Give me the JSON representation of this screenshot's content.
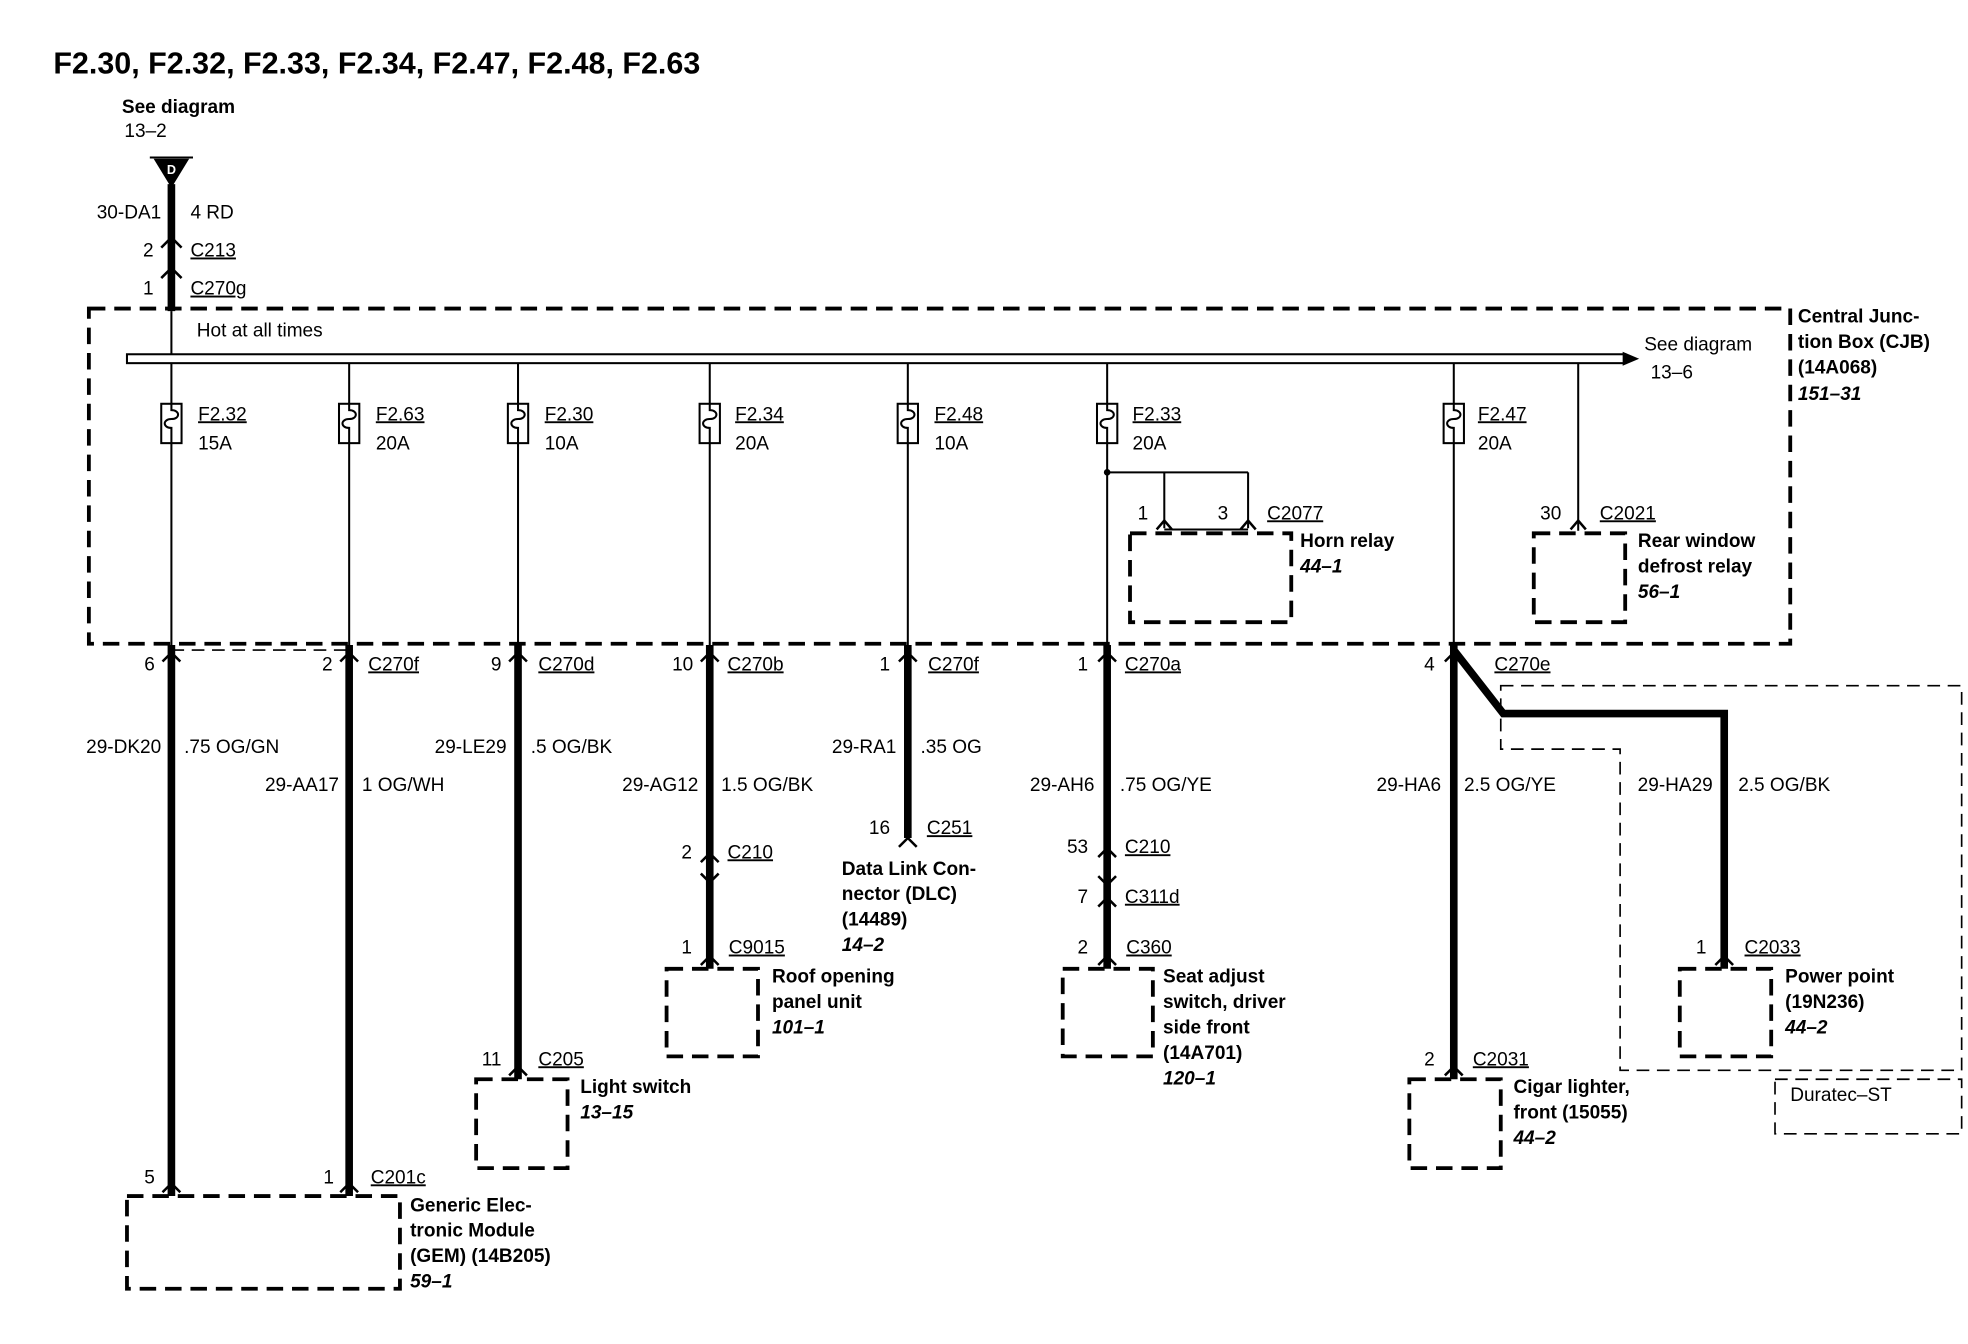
{
  "title": "F2.30, F2.32, F2.33, F2.34, F2.47, F2.48, F2.63",
  "source": {
    "see_diagram": "See diagram",
    "ref": "13–2",
    "connector_letter": "D",
    "circuit": "30-DA1",
    "wire": "4 RD",
    "pins": [
      {
        "pin": "2",
        "connector": "C213"
      },
      {
        "pin": "1",
        "connector": "C270g"
      }
    ]
  },
  "cjb": {
    "hot_label": "Hot at all times",
    "bus_see_diagram": "See diagram",
    "bus_ref": "13–6",
    "name_lines": [
      "Central Junc-",
      "tion Box (CJB)",
      "(14A068)"
    ],
    "page_ref": "151–31"
  },
  "fuses": [
    {
      "name": "F2.32",
      "rating": "15A"
    },
    {
      "name": "F2.63",
      "rating": "20A"
    },
    {
      "name": "F2.30",
      "rating": "10A"
    },
    {
      "name": "F2.34",
      "rating": "20A"
    },
    {
      "name": "F2.48",
      "rating": "10A"
    },
    {
      "name": "F2.33",
      "rating": "20A"
    },
    {
      "name": "F2.47",
      "rating": "20A"
    }
  ],
  "horn_relay": {
    "pins": [
      "1",
      "3"
    ],
    "connector": "C2077",
    "name": "Horn relay",
    "page_ref": "44–1"
  },
  "defrost_relay": {
    "pin": "30",
    "connector": "C2021",
    "name_lines": [
      "Rear window",
      "defrost relay"
    ],
    "page_ref": "56–1"
  },
  "circuits": [
    {
      "pin": "6",
      "circuit": "29-DK20",
      "wire": ".75 OG/GN"
    },
    {
      "pin": "2",
      "connector": "C270f",
      "circuit": "29-AA17",
      "wire": "1 OG/WH"
    },
    {
      "pin": "9",
      "connector": "C270d",
      "circuit": "29-LE29",
      "wire": ".5 OG/BK"
    },
    {
      "pin": "10",
      "connector": "C270b",
      "circuit": "29-AG12",
      "wire": "1.5 OG/BK"
    },
    {
      "pin": "1",
      "connector": "C270f",
      "circuit": "29-RA1",
      "wire": ".35 OG"
    },
    {
      "pin": "1",
      "connector": "C270a",
      "circuit": "29-AH6",
      "wire": ".75 OG/YE"
    },
    {
      "pin": "4",
      "connector": "C270e",
      "circuit": "29-HA6",
      "wire": "2.5 OG/YE"
    }
  ],
  "branch": {
    "circuit": "29-HA29",
    "wire": "2.5 OG/BK"
  },
  "components": {
    "gem": {
      "pins": [
        {
          "pin": "5"
        },
        {
          "pin": "1",
          "connector": "C201c"
        }
      ],
      "name_lines": [
        "Generic Elec-",
        "tronic Module",
        "(GEM) (14B205)"
      ],
      "page_ref": "59–1"
    },
    "light_switch": {
      "pin": "11",
      "connector": "C205",
      "name": "Light switch",
      "page_ref": "13–15"
    },
    "roof_panel": {
      "inline": {
        "pin": "2",
        "connector": "C210"
      },
      "pin": "1",
      "connector": "C9015",
      "name_lines": [
        "Roof opening",
        "panel unit"
      ],
      "page_ref": "101–1"
    },
    "dlc": {
      "pin": "16",
      "connector": "C251",
      "name_lines": [
        "Data Link Con-",
        "nector (DLC)",
        "(14489)"
      ],
      "page_ref": "14–2"
    },
    "seat_switch": {
      "inline": [
        {
          "pin": "53",
          "connector": "C210"
        },
        {
          "pin": "7",
          "connector": "C311d"
        }
      ],
      "pin": "2",
      "connector": "C360",
      "name_lines": [
        "Seat adjust",
        "switch, driver",
        "side front",
        "(14A701)"
      ],
      "page_ref": "120–1"
    },
    "cigar_lighter": {
      "pin": "2",
      "connector": "C2031",
      "name_lines": [
        "Cigar lighter,",
        "front (15055)"
      ],
      "page_ref": "44–2"
    },
    "power_point": {
      "pin": "1",
      "connector": "C2033",
      "name_lines": [
        "Power point",
        "(19N236)"
      ],
      "page_ref": "44–2"
    }
  },
  "option_label": "Duratec–ST"
}
